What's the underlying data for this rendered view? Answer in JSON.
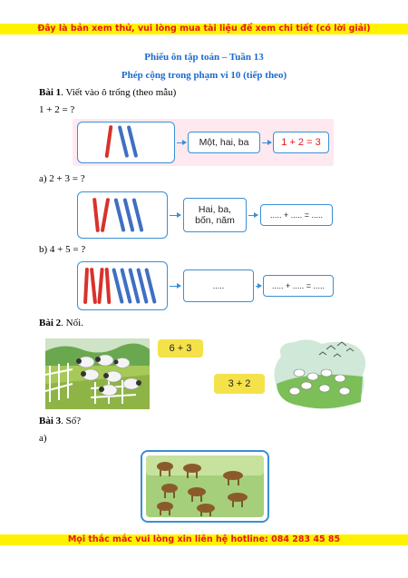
{
  "header_banner": "Đây là bản xem thử, vui lòng mua tài liệu để xem chi tiết (có lời giải)",
  "footer_banner": "Mọi thắc mắc vui lòng xin liên hệ hotline: 084 283 45 85",
  "title": "Phiếu ôn tập toán – Tuần 13",
  "subtitle": "Phép cộng trong phạm vi 10 (tiếp theo)",
  "bai1": {
    "label": "Bài 1",
    "instruction": ". Viết vào ô trống (theo mẫu)",
    "example_expr": "1 + 2 = ?",
    "example_count_text": "Một, hai, ba",
    "example_equation": "1 + 2 = 3",
    "a_expr": "a) 2 + 3 = ?",
    "a_count_text_1": "Hai, ba,",
    "a_count_text_2": "bốn, năm",
    "a_equation": "..... + ..... = .....",
    "b_expr": "b) 4 + 5 = ?",
    "b_count_text": ".....",
    "b_equation": "..... + ..... = ....."
  },
  "bai2": {
    "label": "Bài 2",
    "instruction": ". Nối.",
    "expr_1": "6 + 3",
    "expr_2": "3 + 2"
  },
  "bai3": {
    "label": "Bài 3",
    "instruction": ". Số?",
    "part_a": "a)"
  },
  "colors": {
    "banner_text": "#e8161b",
    "banner_bg": "#fff200",
    "title": "#1a6ad1",
    "card_border": "#3b8fd4",
    "red_stick": "#d8322b",
    "blue_stick": "#3f6fc3",
    "expr_bg": "#f5e14a"
  }
}
